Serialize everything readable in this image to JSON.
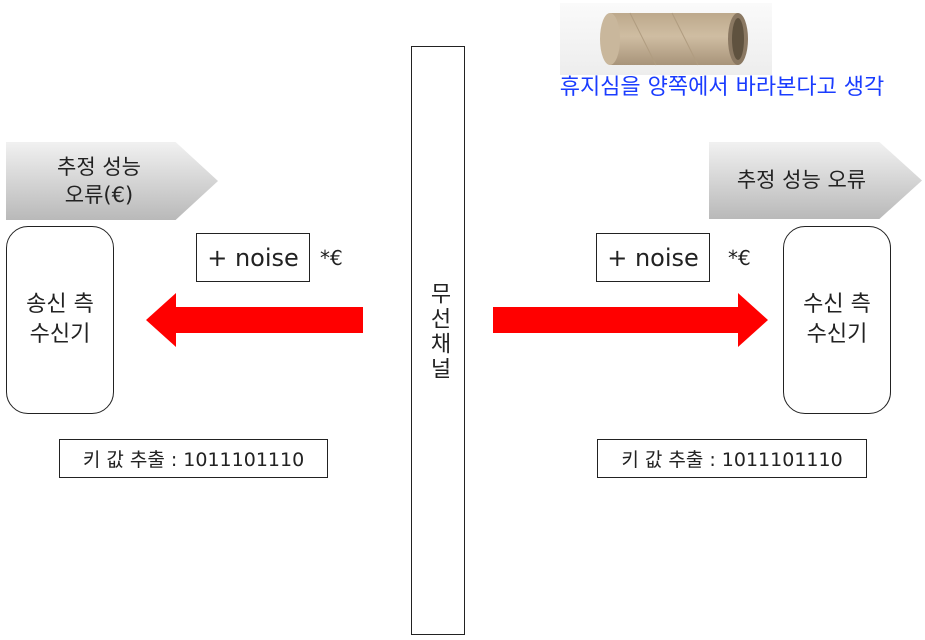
{
  "caption": "휴지심을 양쪽에서 바라본다고 생각",
  "left": {
    "estimation_label": [
      "추정 성능",
      "오류(€)"
    ],
    "box_label": [
      "송신 측",
      "수신기"
    ],
    "noise_label": "+ noise",
    "epsilon_label": "*€",
    "key_label": "키 값 추출 : 1011101110"
  },
  "right": {
    "estimation_label": "추정 성능 오류",
    "box_label": [
      "수신 측",
      "수신기"
    ],
    "noise_label": "+ noise",
    "epsilon_label": "*€",
    "key_label": "키 값 추출 : 1011101110"
  },
  "channel_label": "무선채널",
  "colors": {
    "arrow": "#ff0000",
    "caption": "#1a3cff"
  },
  "icons": {
    "tube_image": "paper-roll-tube-image"
  }
}
